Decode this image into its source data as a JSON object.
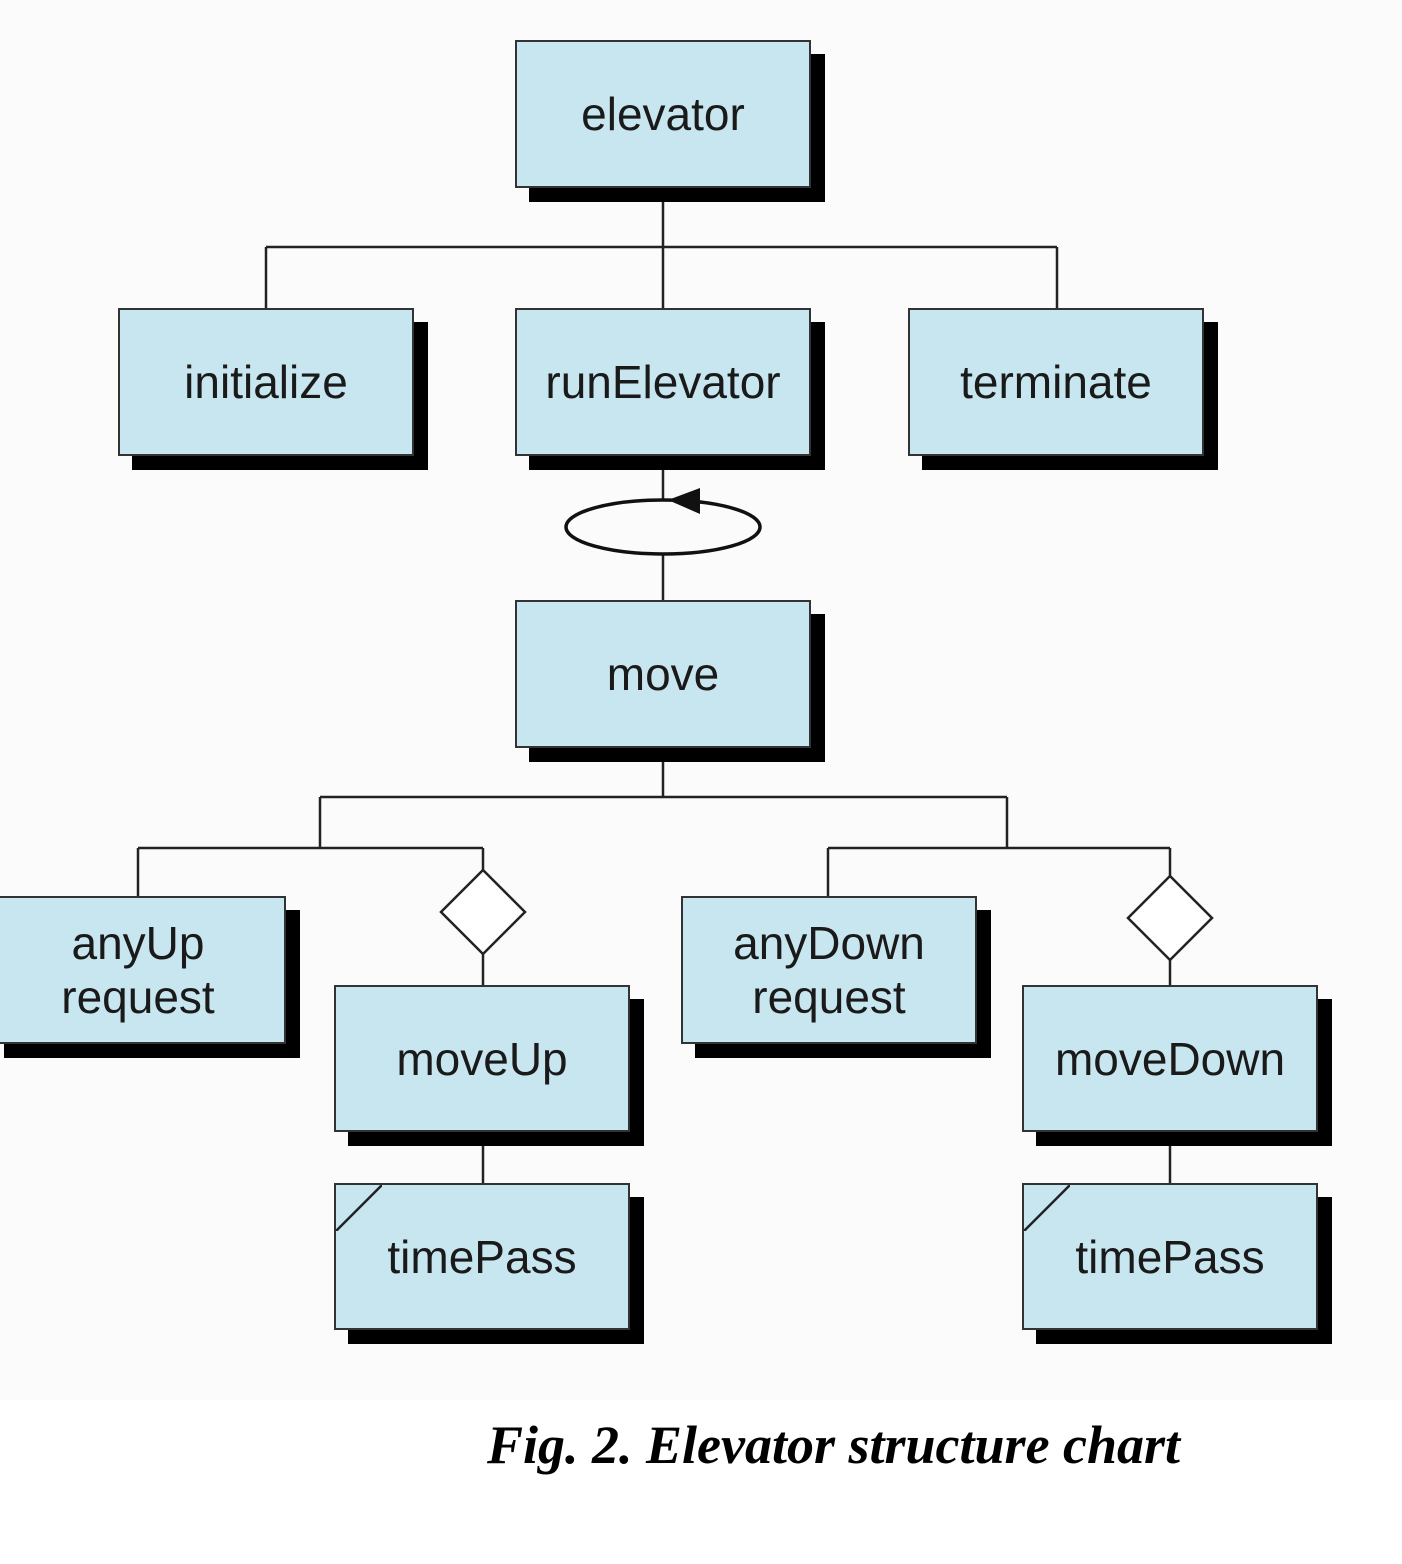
{
  "diagram": {
    "colors": {
      "box_fill": "#c8e6f0",
      "box_border": "#333333",
      "shadow": "#000000",
      "connector": "#222222",
      "background": "#fbfbfb"
    },
    "modules": {
      "elevator": {
        "label": "elevator"
      },
      "initialize": {
        "label": "initialize"
      },
      "runElevator": {
        "label": "runElevator"
      },
      "terminate": {
        "label": "terminate"
      },
      "move": {
        "label": "move"
      },
      "anyUpRequest": {
        "label": "anyUp\nrequest"
      },
      "moveUp": {
        "label": "moveUp"
      },
      "timePassUp": {
        "label": "timePass",
        "library_module": true
      },
      "anyDownRequest": {
        "label": "anyDown\nrequest"
      },
      "moveDown": {
        "label": "moveDown"
      },
      "timePassDown": {
        "label": "timePass",
        "library_module": true
      }
    },
    "relations": [
      {
        "from": "elevator",
        "to": "initialize",
        "type": "call"
      },
      {
        "from": "elevator",
        "to": "runElevator",
        "type": "call"
      },
      {
        "from": "elevator",
        "to": "terminate",
        "type": "call"
      },
      {
        "from": "runElevator",
        "to": "move",
        "type": "loop"
      },
      {
        "from": "move",
        "to": "anyUpRequest",
        "type": "call"
      },
      {
        "from": "move",
        "to": "moveUp",
        "type": "conditional"
      },
      {
        "from": "move",
        "to": "anyDownRequest",
        "type": "call"
      },
      {
        "from": "move",
        "to": "moveDown",
        "type": "conditional"
      },
      {
        "from": "moveUp",
        "to": "timePassUp",
        "type": "call"
      },
      {
        "from": "moveDown",
        "to": "timePassDown",
        "type": "call"
      }
    ]
  },
  "caption": "Fig. 2. Elevator structure chart"
}
